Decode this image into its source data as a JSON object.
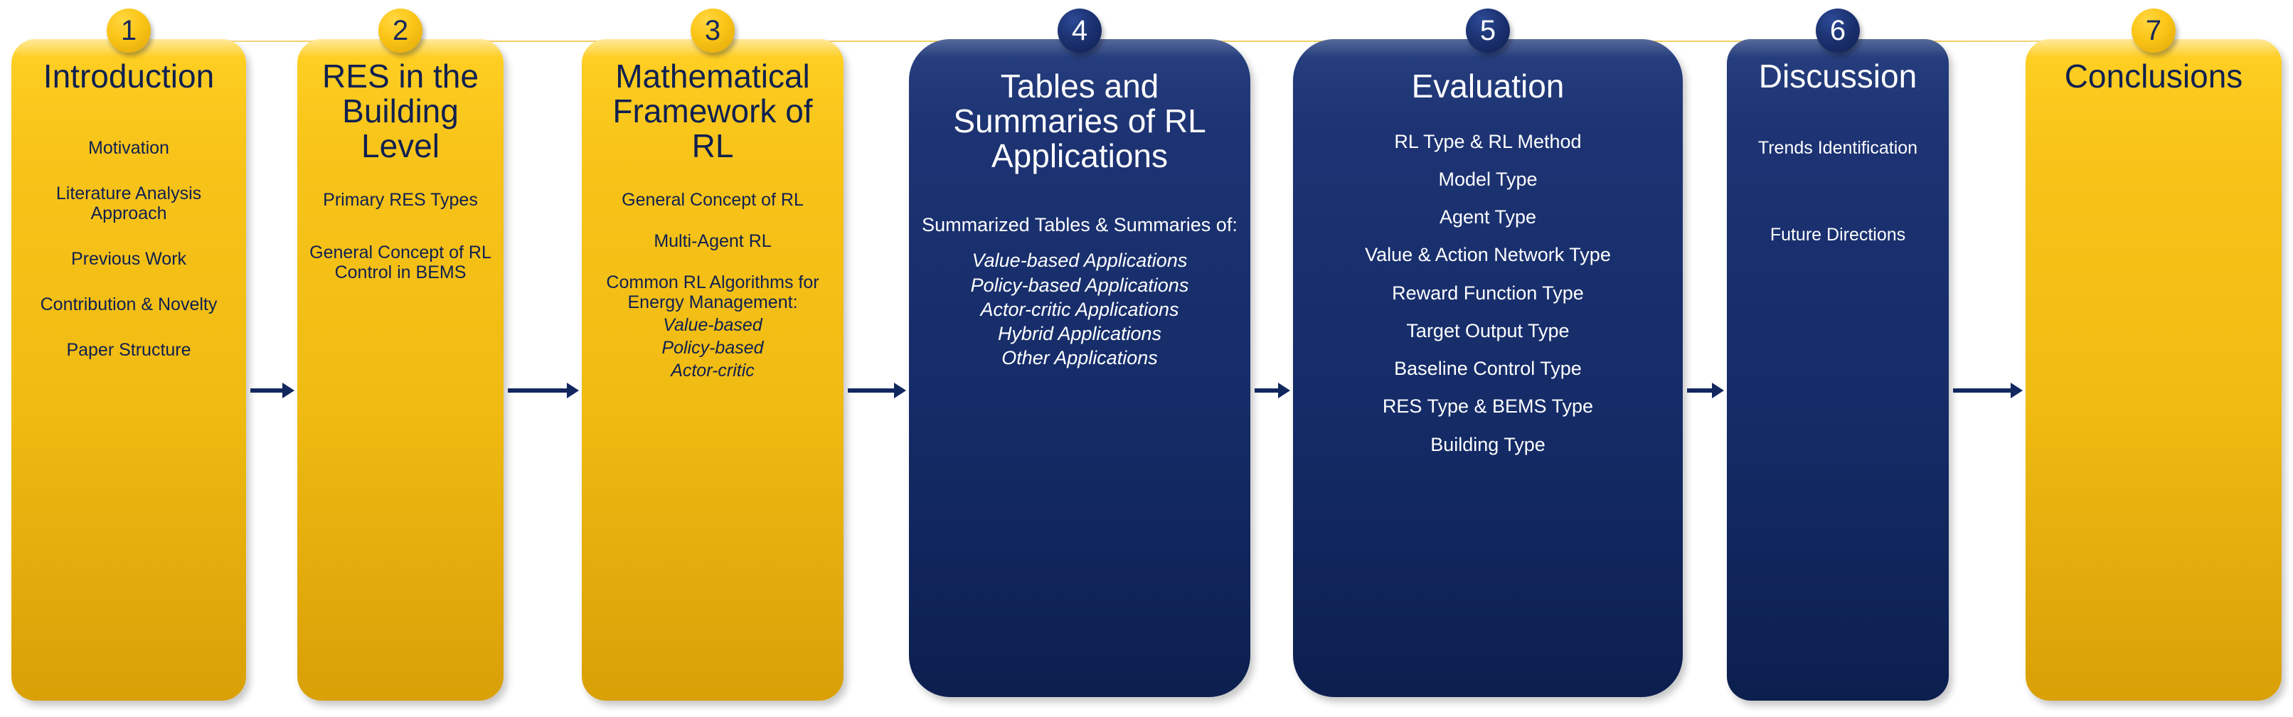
{
  "diagram": {
    "title": "Paper Structure Roadmap",
    "colors": {
      "gold": "#f0bb12",
      "navy": "#152c68",
      "gold_text": "#0f2050",
      "navy_text": "#ffffff",
      "arrow": "#13275f",
      "rule": "#f0c74f"
    },
    "steps": [
      {
        "number": "1",
        "theme": "gold",
        "title": "Introduction",
        "items": [
          {
            "text": "Motivation",
            "italic": false
          },
          {
            "text": "Literature Analysis Approach",
            "italic": false
          },
          {
            "text": "Previous Work",
            "italic": false
          },
          {
            "text": "Contribution & Novelty",
            "italic": false
          },
          {
            "text": "Paper Structure",
            "italic": false
          }
        ]
      },
      {
        "number": "2",
        "theme": "gold",
        "title": "RES in the Building Level",
        "items": [
          {
            "text": "Primary RES Types",
            "italic": false
          },
          {
            "text": "General Concept of RL Control in BEMS",
            "italic": false
          }
        ]
      },
      {
        "number": "3",
        "theme": "gold",
        "title": "Mathematical Framework of RL",
        "items": [
          {
            "text": "General Concept of RL",
            "italic": false
          },
          {
            "text": "Multi-Agent RL",
            "italic": false
          },
          {
            "text": "Common RL Algorithms for Energy Management:",
            "italic": false
          },
          {
            "text": "Value-based",
            "italic": true
          },
          {
            "text": "Policy-based",
            "italic": true
          },
          {
            "text": "Actor-critic",
            "italic": true
          }
        ]
      },
      {
        "number": "4",
        "theme": "navy",
        "title": "Tables and Summaries of RL Applications",
        "items": [
          {
            "text": "Summarized Tables & Summaries of:",
            "italic": false
          },
          {
            "text": "Value-based Applications",
            "italic": true
          },
          {
            "text": "Policy-based Applications",
            "italic": true
          },
          {
            "text": "Actor-critic Applications",
            "italic": true
          },
          {
            "text": "Hybrid Applications",
            "italic": true
          },
          {
            "text": "Other Applications",
            "italic": true
          }
        ]
      },
      {
        "number": "5",
        "theme": "navy",
        "title": "Evaluation",
        "items": [
          {
            "text": "RL Type & RL Method",
            "italic": false
          },
          {
            "text": "Model Type",
            "italic": false
          },
          {
            "text": "Agent Type",
            "italic": false
          },
          {
            "text": "Value & Action Network Type",
            "italic": false
          },
          {
            "text": "Reward Function Type",
            "italic": false
          },
          {
            "text": "Target Output Type",
            "italic": false
          },
          {
            "text": "Baseline Control Type",
            "italic": false
          },
          {
            "text": "RES Type & BEMS Type",
            "italic": false
          },
          {
            "text": "Building Type",
            "italic": false
          }
        ]
      },
      {
        "number": "6",
        "theme": "navy",
        "title": "Discussion",
        "items": [
          {
            "text": "Trends Identification",
            "italic": false
          },
          {
            "text": "Future Directions",
            "italic": false
          }
        ]
      },
      {
        "number": "7",
        "theme": "gold",
        "title": "Conclusions",
        "items": []
      }
    ],
    "arrows": [
      {
        "from": "1",
        "to": "2"
      },
      {
        "from": "2",
        "to": "3"
      },
      {
        "from": "3",
        "to": "4"
      },
      {
        "from": "4",
        "to": "5"
      },
      {
        "from": "5",
        "to": "6"
      },
      {
        "from": "6",
        "to": "7"
      }
    ]
  }
}
